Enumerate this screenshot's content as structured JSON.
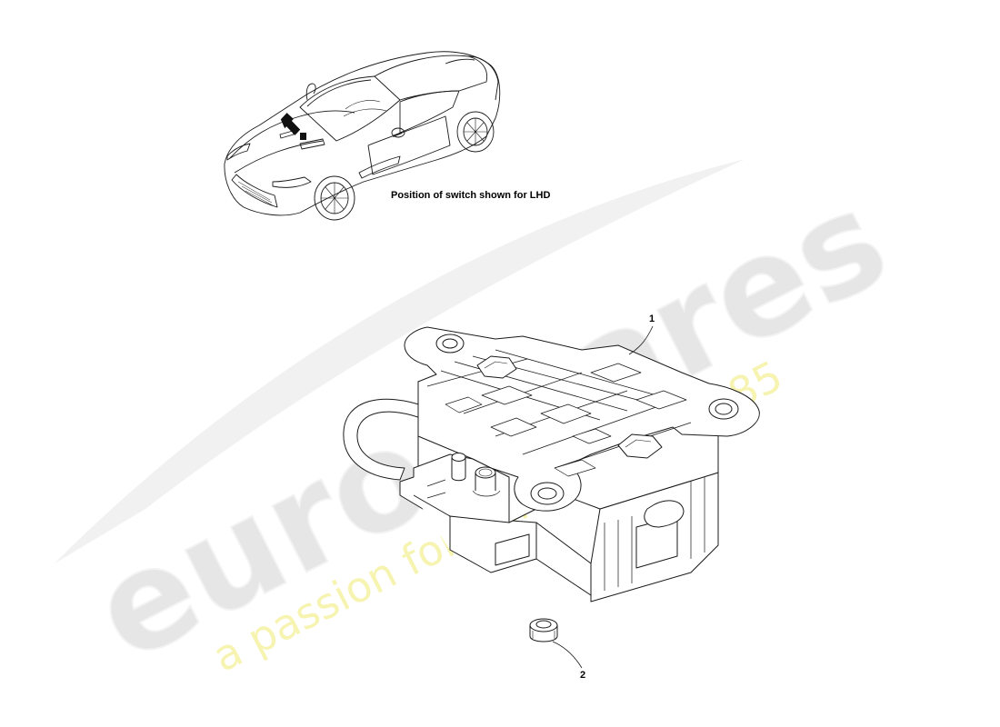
{
  "caption": "Position of switch shown for LHD",
  "callouts": [
    {
      "id": "1",
      "label": "1"
    },
    {
      "id": "2",
      "label": "2"
    }
  ],
  "watermark": {
    "brand": "eurospares",
    "tagline": "a passion for parts since 1985",
    "brand_color": "#e9e9e9",
    "tagline_color": "#f5f3a8"
  },
  "colors": {
    "line": "#1a1a1a",
    "background": "#ffffff"
  }
}
